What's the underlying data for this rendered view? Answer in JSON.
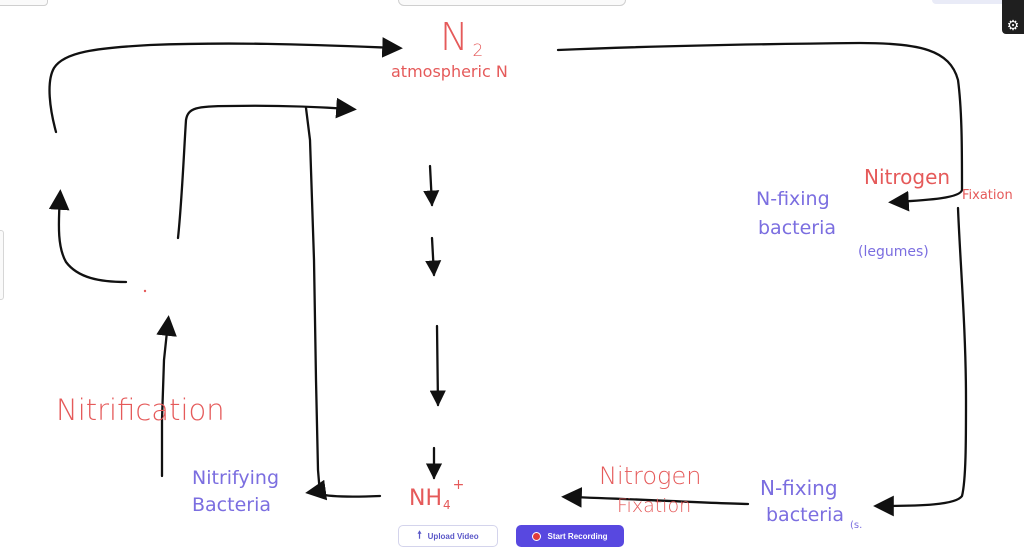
{
  "diagram": {
    "labels": {
      "n2_main": "N",
      "n2_sub": "2",
      "atmospheric": "atmospheric N",
      "nitrogen_fixation_top_1": "Nitrogen",
      "nitrogen_fixation_top_2": "Fixation",
      "nfixing_top_1": "N-fixing",
      "nfixing_top_2": "bacteria",
      "legumes": "(legumes)",
      "nitrification": "Nitrification",
      "nitrifying_1": "Nitrifying",
      "nitrifying_2": "Bacteria",
      "nh4_main": "NH",
      "nh4_sub": "4",
      "nh4_sup": "+",
      "nitrogen_fixation_bottom_1": "Nitrogen",
      "nitrogen_fixation_bottom_2": "Fixation",
      "nfixing_bottom_1": "N-fixing",
      "nfixing_bottom_2": "bacteria",
      "bottom_fragment": "(s."
    },
    "ink_colors": {
      "red": "#e55a5a",
      "blue": "#7b6ee0",
      "black": "#111111"
    }
  },
  "toolbar": {
    "upload_label": "Upload Video",
    "record_label": "Start Recording",
    "upload_icon": "upload-arrow-icon",
    "record_icon": "record-dot-icon",
    "settings_icon": "gear-icon"
  }
}
